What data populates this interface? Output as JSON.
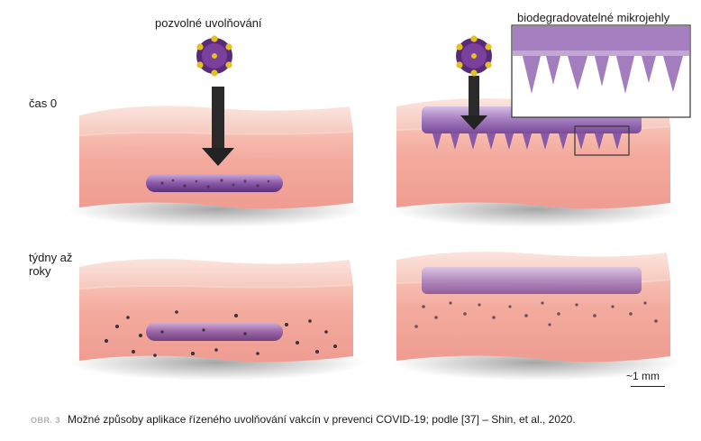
{
  "labels": {
    "slow_release": "pozvolné uvolňování",
    "microneedles": "biodegradovatelné mikrojehly",
    "time_zero": "čas 0",
    "weeks_to_years": "týdny až roky",
    "scale": "~1 mm"
  },
  "caption": {
    "tag": "OBR. 3",
    "text": "Možné způsoby aplikace řízeného uvolňování vakcín v prevenci COVID-19; podle [37] – Shin, et al., 2020."
  },
  "colors": {
    "skin_top": "#f9d6cd",
    "skin_mid": "#f3b3a6",
    "skin_deep": "#ef9d92",
    "implant": "#7a4a9a",
    "implant_light": "#b590cc",
    "arrow": "#222222",
    "virus": "#5a2a7a",
    "virus_spike": "#e3c21d"
  }
}
